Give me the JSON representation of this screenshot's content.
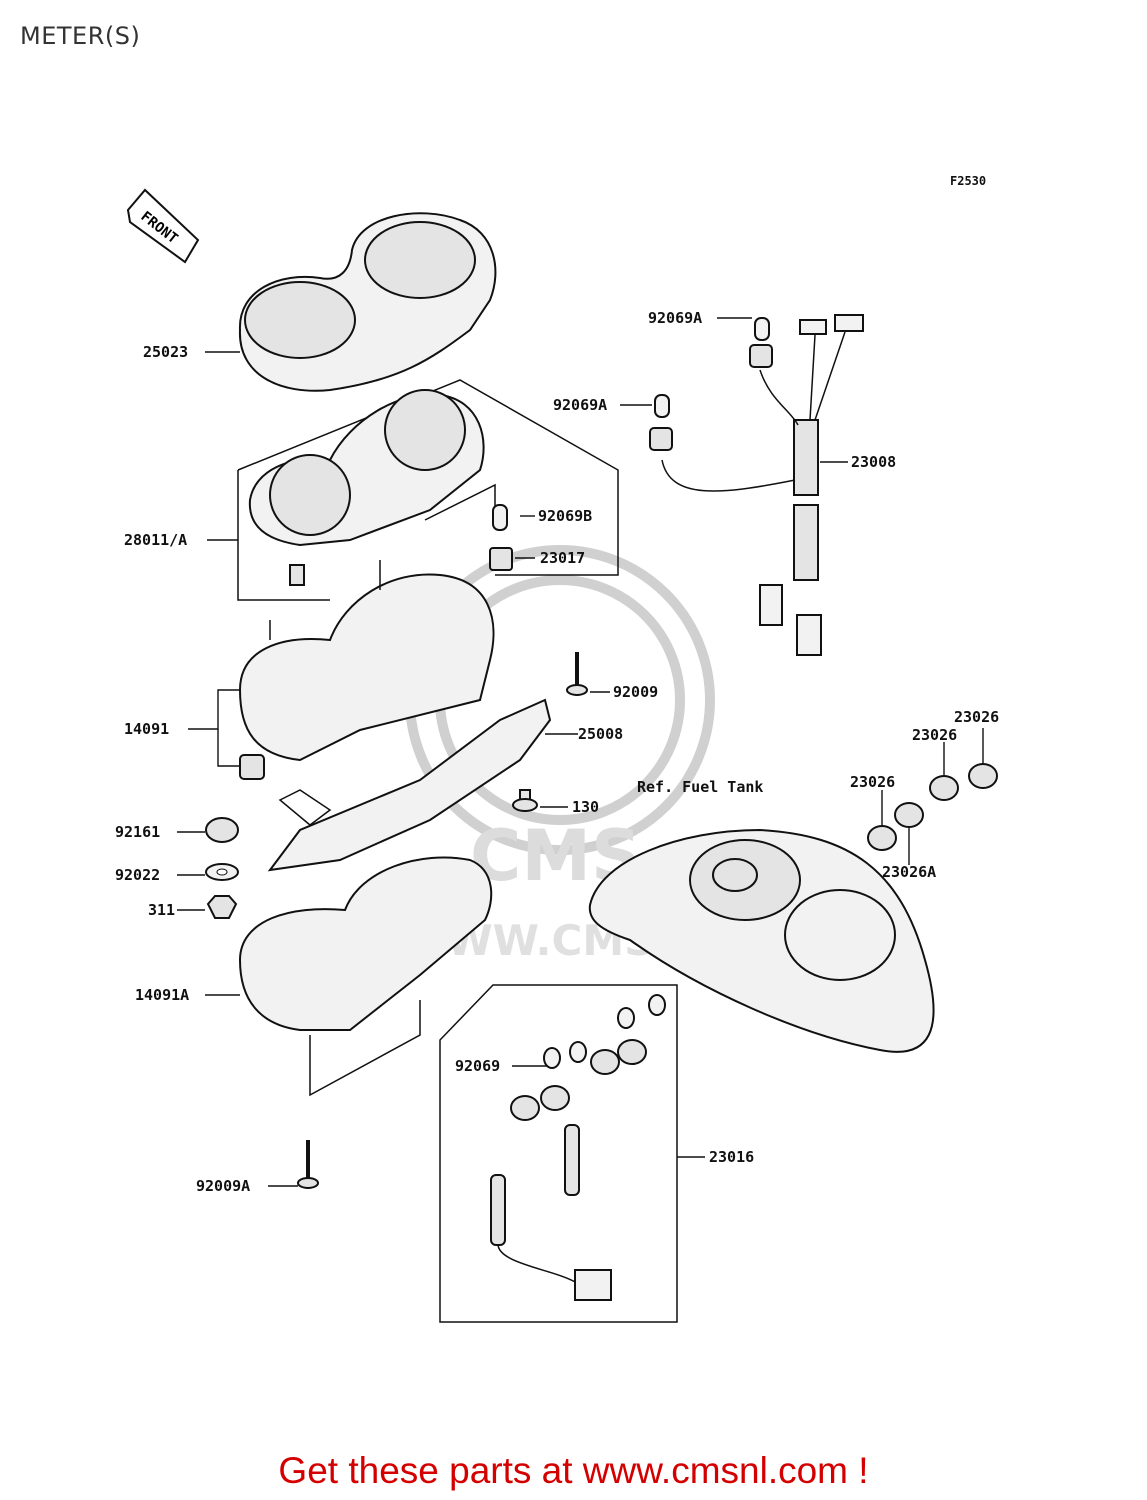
{
  "page": {
    "title": "METER(S)",
    "figure_code": "F2530"
  },
  "direction_tag": "FRONT",
  "reference_note": "Ref. Fuel Tank",
  "watermark": {
    "text": "CMS",
    "site": "WWW.CMSNL.COM"
  },
  "parts": [
    {
      "id": "p-25023",
      "number": "25023"
    },
    {
      "id": "p-28011a",
      "number": "28011/A"
    },
    {
      "id": "p-92069b",
      "number": "92069B"
    },
    {
      "id": "p-23017",
      "number": "23017"
    },
    {
      "id": "p-14091",
      "number": "14091"
    },
    {
      "id": "p-92009",
      "number": "92009"
    },
    {
      "id": "p-25008",
      "number": "25008"
    },
    {
      "id": "p-130",
      "number": "130"
    },
    {
      "id": "p-92161",
      "number": "92161"
    },
    {
      "id": "p-92022",
      "number": "92022"
    },
    {
      "id": "p-311",
      "number": "311"
    },
    {
      "id": "p-14091a",
      "number": "14091A"
    },
    {
      "id": "p-92069",
      "number": "92069"
    },
    {
      "id": "p-92009a",
      "number": "92009A"
    },
    {
      "id": "p-23016",
      "number": "23016"
    },
    {
      "id": "p-92069a-1",
      "number": "92069A"
    },
    {
      "id": "p-92069a-2",
      "number": "92069A"
    },
    {
      "id": "p-23008",
      "number": "23008"
    },
    {
      "id": "p-23026-1",
      "number": "23026"
    },
    {
      "id": "p-23026-2",
      "number": "23026"
    },
    {
      "id": "p-23026-3",
      "number": "23026"
    },
    {
      "id": "p-23026a",
      "number": "23026A"
    }
  ],
  "cta": {
    "text": "Get these parts at www.cmsnl.com !"
  },
  "colors": {
    "cta": "#d40000",
    "ink": "#111111",
    "watermark": "#d0d0d0"
  }
}
